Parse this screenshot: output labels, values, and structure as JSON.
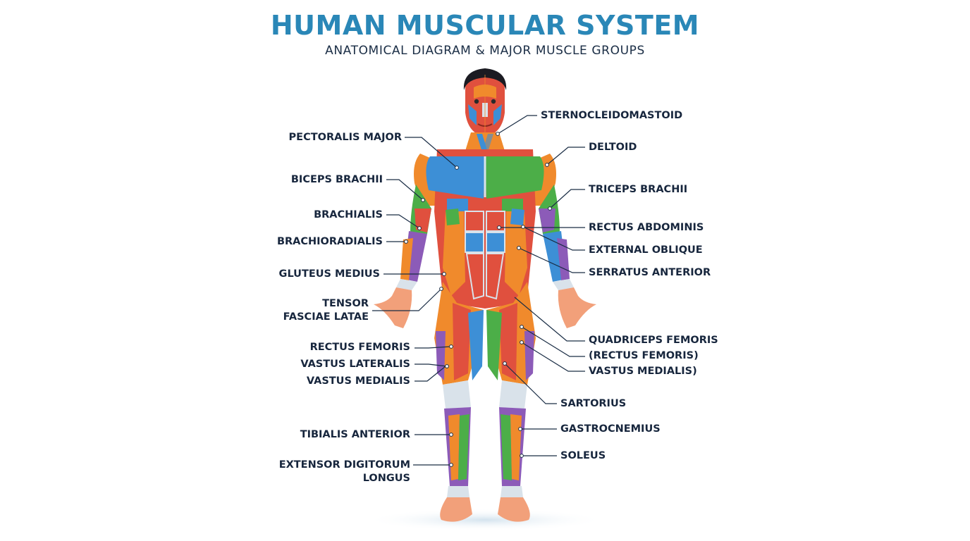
{
  "title": "HUMAN MUSCULAR SYSTEM",
  "subtitle": "ANATOMICAL DIAGRAM & MAJOR MUSCLE GROUPS",
  "colors": {
    "title": "#2a87b7",
    "label_text": "#17263d",
    "skin": "#f2a07a",
    "muscle_blue": "#3d8fd6",
    "muscle_green": "#4cae48",
    "muscle_orange": "#f08a2c",
    "muscle_red": "#e0503e",
    "muscle_purple": "#8c5bb8",
    "tendon": "#d9e2ea"
  },
  "labels_left": {
    "pectoralis_major": "PECTORALIS MAJOR",
    "biceps_brachii": "BICEPS BRACHII",
    "brachialis": "BRACHIALIS",
    "brachioradialis": "BRACHIORADIALIS",
    "gluteus_medius": "GLUTEUS MEDIUS",
    "tensor_fasciae_latae_1": "TENSOR",
    "tensor_fasciae_latae_2": "FASCIAE LATAE",
    "rectus_femoris": "RECTUS FEMORIS",
    "vastus_lateralis": "VASTUS LATERALIS",
    "vastus_medialis": "VASTUS MEDIALIS",
    "tibialis_anterior": "TIBIALIS ANTERIOR",
    "extensor_digitorum_longus_1": "EXTENSOR DIGITORUM",
    "extensor_digitorum_longus_2": "LONGUS"
  },
  "labels_right": {
    "sternocleidomastoid": "STERNOCLEIDOMASTOID",
    "deltoid": "DELTOID",
    "triceps_brachii": "TRICEPS BRACHII",
    "rectus_abdominis": "RECTUS ABDOMINIS",
    "external_oblique": "EXTERNAL OBLIQUE",
    "serratus_anterior": "SERRATUS ANTERIOR",
    "quadriceps_femoris": "QUADRICEPS FEMORIS",
    "quadriceps_rectus_femoris": "(RECTUS FEMORIS)",
    "quadriceps_vastus_medialis": "VASTUS MEDIALIS)",
    "sartorius": "SARTORIUS",
    "gastrocnemius": "GASTROCNEMIUS",
    "soleus": "SOLEUS"
  }
}
